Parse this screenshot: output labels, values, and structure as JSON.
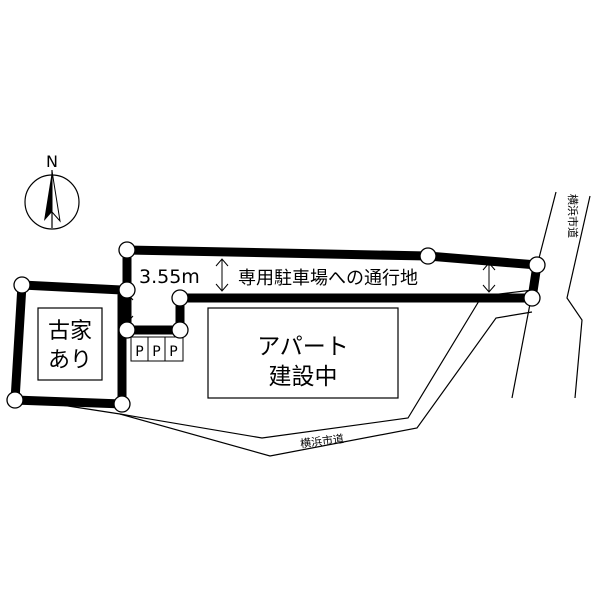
{
  "north_label": "N",
  "width_measure": "3.55m",
  "access_road_label": "専用駐車場への通行地",
  "old_house": {
    "line1": "古家",
    "line2": "あり"
  },
  "apartment": {
    "line1": "アパート",
    "line2": "建設中"
  },
  "parking_labels": [
    "P",
    "P",
    "P"
  ],
  "road_label_bottom": "横浜市道",
  "road_label_right": "横浜市道",
  "colors": {
    "ink": "#000000",
    "background": "#ffffff"
  }
}
